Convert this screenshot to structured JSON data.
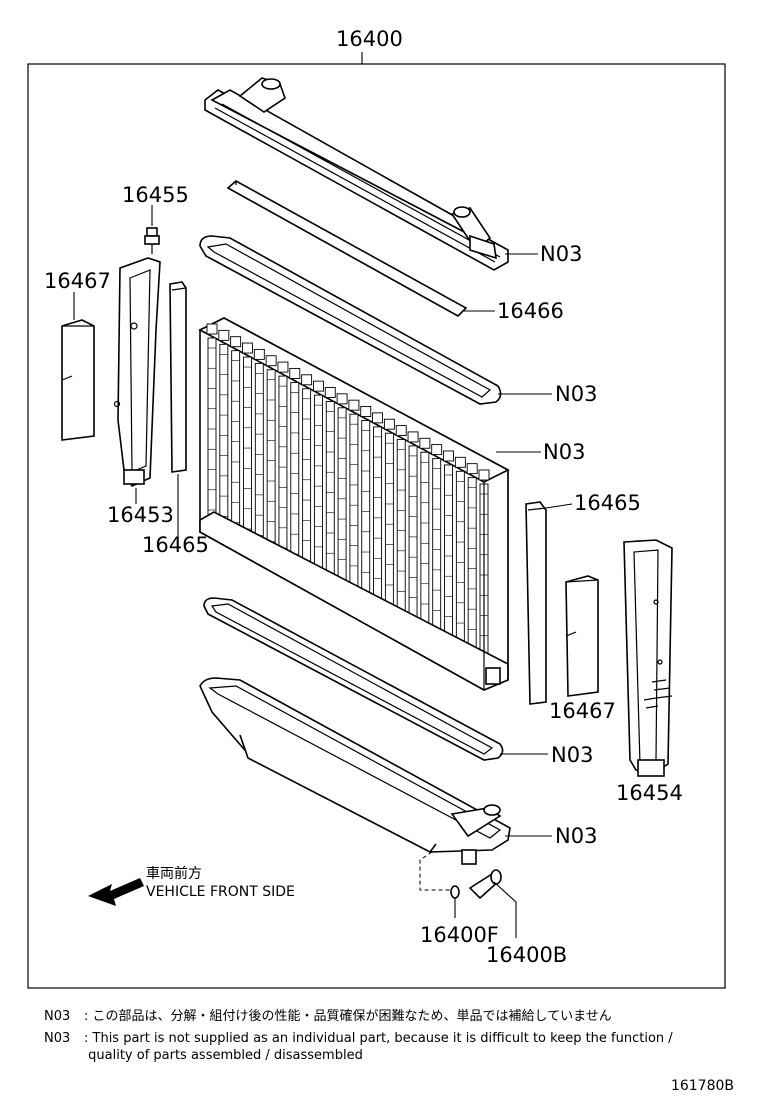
{
  "labels": {
    "assembly": "16400",
    "tank_side_left": "16455",
    "cushion_left": "16467",
    "support_left": "16453",
    "seal_left": "16465",
    "seal_top": "16466",
    "n03_a": "N03",
    "n03_b": "N03",
    "n03_c": "N03",
    "n03_d": "N03",
    "n03_e": "N03",
    "seal_right": "16465",
    "cushion_right": "16467",
    "support_right": "16454",
    "drain_plug_gasket": "16400F",
    "drain_cock": "16400B"
  },
  "direction": {
    "japanese": "車両前方",
    "english": "VEHICLE FRONT SIDE"
  },
  "notes": [
    {
      "code": "N03",
      "text": ": この部品は、分解・組付け後の性能・品質確保が困難なため、単品では補給していません"
    },
    {
      "code": "N03",
      "text": ": This part is not supplied as an individual part, because it is difficult to keep the function /"
    },
    {
      "code": "",
      "text": "  quality of parts assembled / disassembled"
    }
  ],
  "figure_code": "161780B"
}
